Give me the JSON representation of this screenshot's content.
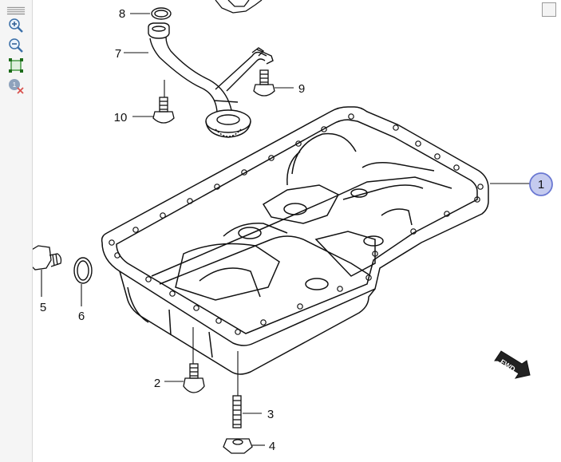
{
  "toolbar": {
    "buttons": [
      {
        "name": "menu-icon",
        "label": ""
      },
      {
        "name": "zoom-in-icon",
        "label": ""
      },
      {
        "name": "zoom-out-icon",
        "label": ""
      },
      {
        "name": "fit-to-screen-icon",
        "label": ""
      },
      {
        "name": "clear-selection-icon",
        "label": ""
      }
    ]
  },
  "diagram": {
    "callouts": [
      {
        "id": "c1",
        "text": "1",
        "highlighted": true
      },
      {
        "id": "c2",
        "text": "2"
      },
      {
        "id": "c3",
        "text": "3"
      },
      {
        "id": "c4",
        "text": "4"
      },
      {
        "id": "c5",
        "text": "5"
      },
      {
        "id": "c6",
        "text": "6"
      },
      {
        "id": "c7",
        "text": "7"
      },
      {
        "id": "c8",
        "text": "8"
      },
      {
        "id": "c9",
        "text": "9"
      },
      {
        "id": "c10",
        "text": "10"
      }
    ],
    "fwd_label": "FWD"
  },
  "colors": {
    "highlight_fill": "#c5cbef",
    "highlight_stroke": "#6a78d2",
    "line": "#111111",
    "toolbar_bg": "#f5f5f5"
  }
}
